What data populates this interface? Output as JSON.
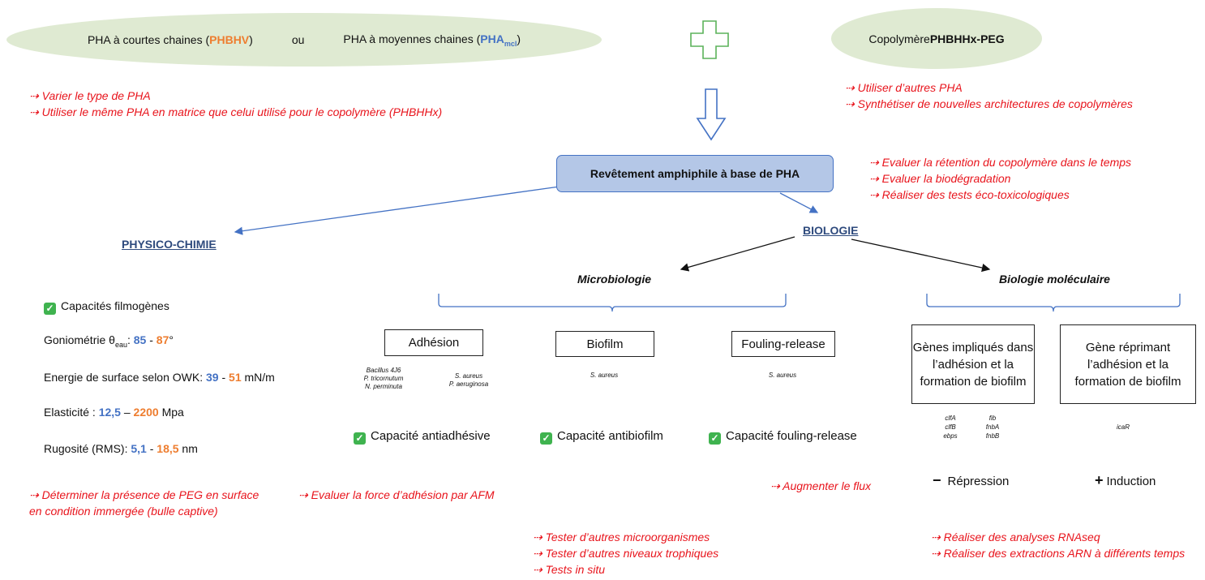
{
  "top": {
    "pha_short_prefix": "PHA à courtes chaines (",
    "pha_short_name": "PHBHV",
    "pha_short_suffix": ")",
    "or_text": "ou",
    "pha_medium_prefix": "PHA à moyennes chaines (",
    "pha_medium_name": "PHA",
    "pha_medium_sub": "mcl",
    "pha_medium_suffix": ")",
    "copolymer_prefix": "Copolymère ",
    "copolymer_name": "PHBHHx-PEG"
  },
  "notes": {
    "left_top": [
      "⇢ Varier le type de PHA",
      "⇢ Utiliser le même PHA en matrice que celui utilisé pour le copolymère (PHBHHx)"
    ],
    "right_top": [
      "⇢ Utiliser d’autres PHA",
      "⇢ Synthétiser de nouvelles architectures de copolymères"
    ],
    "coating": [
      "⇢ Evaluer la rétention du copolymère dans le temps",
      "⇢ Evaluer la biodégradation",
      "⇢ Réaliser des tests éco-toxicologiques"
    ],
    "peg": "⇢  Déterminer la présence de PEG en surface en condition immergée (bulle captive)",
    "afm": "⇢ Evaluer la force d’adhésion par AFM",
    "flux": "⇢ Augmenter le flux",
    "micro": [
      "⇢ Tester d’autres microorganismes",
      "⇢ Tester d’autres niveaux trophiques",
      "⇢ Tests in situ"
    ],
    "molecular": [
      "⇢ Réaliser des analyses RNAseq",
      "⇢ Réaliser des extractions ARN à différents temps"
    ]
  },
  "center_box": "Revêtement amphiphile à base de PHA",
  "physico": {
    "heading": "PHYSICO-CHIMIE",
    "filmogen": "Capacités filmogènes",
    "gonio_label": "Goniométrie θ",
    "gonio_sub": "eau",
    "gonio_colon": ": ",
    "gonio_v1": "85",
    "gonio_sep": " - ",
    "gonio_v2": "87",
    "gonio_unit": "°",
    "energy_label": "Energie de surface selon OWK: ",
    "energy_v1": "39",
    "energy_sep": " - ",
    "energy_v2": "51",
    "energy_unit": " mN/m",
    "elasticity_label": "Elasticité : ",
    "elasticity_v1": "12,5",
    "elasticity_sep": " – ",
    "elasticity_v2": "2200",
    "elasticity_unit": " Mpa",
    "roughness_label": "Rugosité (RMS): ",
    "roughness_v1": "5,1",
    "roughness_sep": " - ",
    "roughness_v2": "18,5",
    "roughness_unit": " nm"
  },
  "biology": {
    "heading": "BIOLOGIE",
    "micro_heading": "Microbiologie",
    "molecular_heading": "Biologie moléculaire",
    "adhesion": "Adhésion",
    "adhesion_org_left": [
      "Bacillus 4J6",
      "P. tricornutum",
      "N. perminuta"
    ],
    "adhesion_org_right": [
      "S. aureus",
      "P. aeruginosa"
    ],
    "biofilm": "Biofilm",
    "biofilm_org": "S. aureus",
    "fouling": "Fouling-release",
    "fouling_org": "S. aureus",
    "cap_antiadh": "Capacité antiadhésive",
    "cap_antibio": "Capacité antibiofilm",
    "cap_fouling": "Capacité fouling-release",
    "genes_involved": "Gènes impliqués dans l’adhésion et la formation de biofilm",
    "gene_repress": "Gène réprimant l’adhésion et la formation de biofilm",
    "genes_left": [
      "clfA",
      "clfB",
      "ebps"
    ],
    "genes_right": [
      "fib",
      "fnbA",
      "fnbB"
    ],
    "gene_icar": "icaR",
    "repression_sign": "−",
    "repression": "Répression",
    "induction_sign": "+",
    "induction": "Induction"
  },
  "colors": {
    "red": "#e8141c",
    "blue": "#4472c4",
    "orange": "#ee7d2f",
    "ellipse": "#dfead2",
    "center_box": "#b4c7e7",
    "check": "#3fb34f"
  }
}
